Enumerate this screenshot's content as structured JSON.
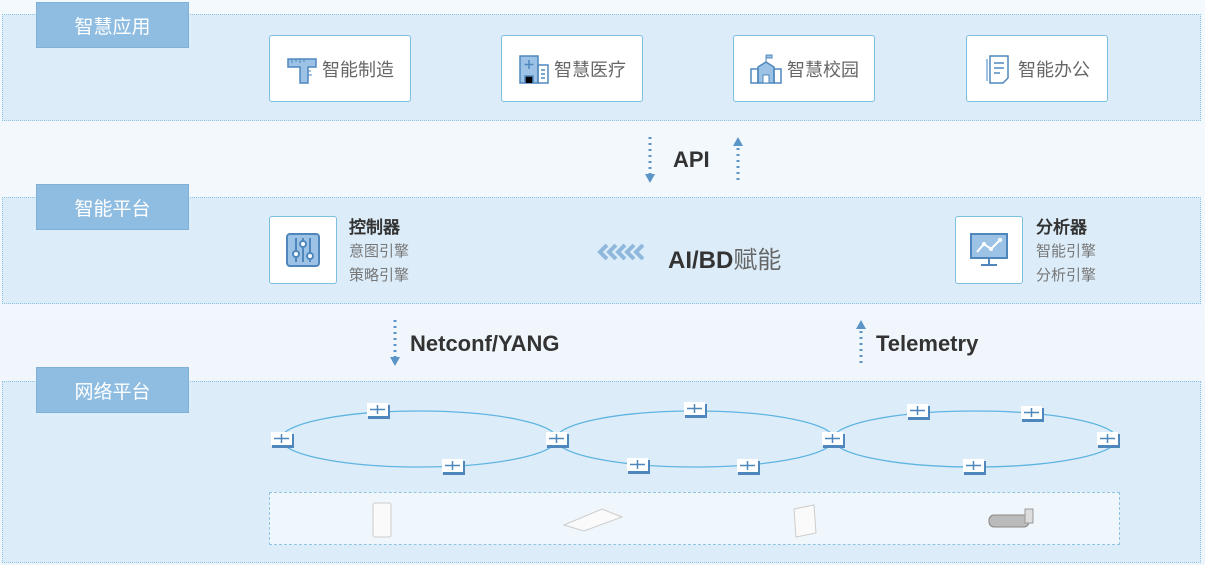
{
  "layers": {
    "apps": "智慧应用",
    "platform": "智能平台",
    "network": "网络平台"
  },
  "apps": [
    {
      "label": "智能制造",
      "icon": "ruler-icon"
    },
    {
      "label": "智慧医疗",
      "icon": "hospital-icon"
    },
    {
      "label": "智慧校园",
      "icon": "school-icon"
    },
    {
      "label": "智能办公",
      "icon": "document-icon"
    }
  ],
  "api": "API",
  "controller": {
    "title": "控制器",
    "lines": [
      "意图引擎",
      "策略引擎"
    ]
  },
  "analyzer": {
    "title": "分析器",
    "lines": [
      "智能引擎",
      "分析引擎"
    ]
  },
  "ai": {
    "bold": "AI/BD",
    "rest": "赋能"
  },
  "southbound": "Netconf/YANG",
  "northbound": "Telemetry",
  "colors": {
    "accent": "#5b95c8",
    "band": "#dcedf9",
    "tab": "#8fbde2"
  }
}
